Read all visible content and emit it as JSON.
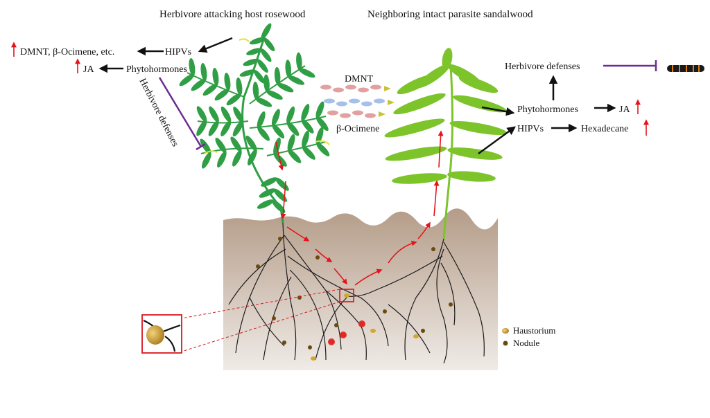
{
  "titles": {
    "host": "Herbivore attacking host rosewood",
    "parasite": "Neighboring intact parasite sandalwood"
  },
  "host_side": {
    "hipvs_product": "DMNT, β-Ocimene, etc.",
    "hipvs": "HIPVs",
    "phytohormones": "Phytohormones",
    "ja": "JA",
    "defenses": "Herbivore defenses"
  },
  "volatiles": {
    "dmnt": "DMNT",
    "ocimene": "β-Ocimene"
  },
  "parasite_side": {
    "defenses": "Herbivore defenses",
    "phytohormones": "Phytohormones",
    "ja": "JA",
    "hipvs": "HIPVs",
    "hexadecane": "Hexadecane"
  },
  "legend": {
    "haustorium": "Haustorium",
    "nodule": "Nodule"
  },
  "colors": {
    "leaf_host": "#2f9e44",
    "leaf_parasite": "#7cc42a",
    "soil_top": "#b69e8b",
    "soil_bottom": "#f1ece8",
    "signal_red": "#e3141b",
    "inhibit_purple": "#6a2c91",
    "haustorium": "#d4a72c",
    "nodule": "#6b4a12"
  }
}
